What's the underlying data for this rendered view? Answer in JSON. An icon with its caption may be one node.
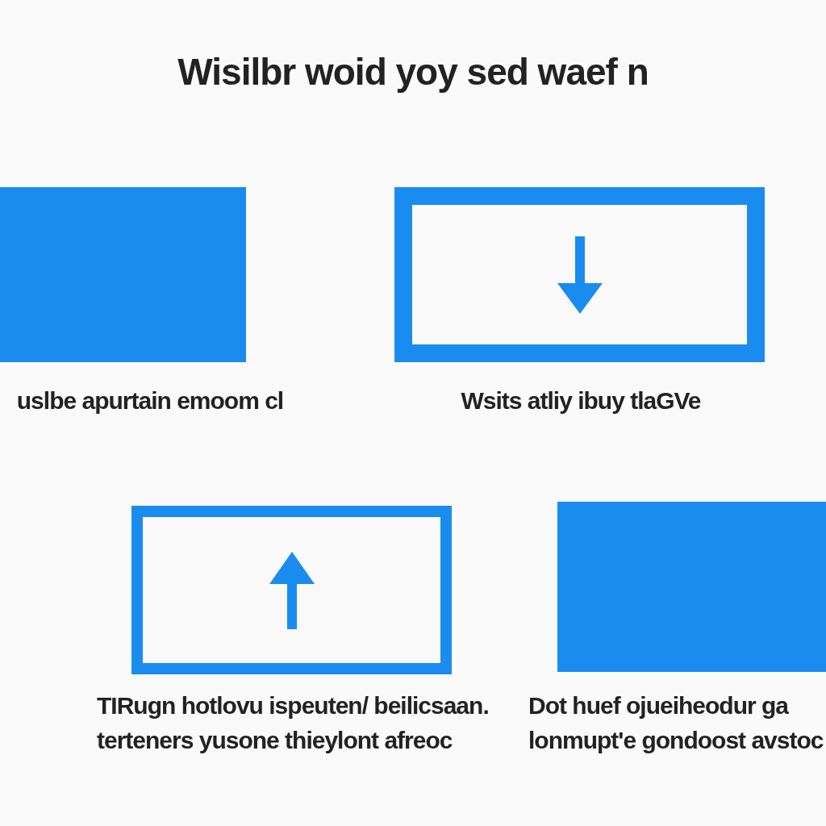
{
  "diagram": {
    "title": "Wisilbr woid yoy sed waef n",
    "nodes": [
      {
        "text": [],
        "shape": "box",
        "beside": [
          "uslbe apurtain emoom cl"
        ]
      },
      {
        "text": [],
        "shape": "box",
        "beside": [
          "Wsits atliy ibuy tlaGVe"
        ]
      },
      {
        "text": [],
        "shape": "box",
        "beside": [
          "TIRugn hotlovu ispeuten/ beilicsaan. terteners yusone thieylont afreoc"
        ]
      },
      {
        "text": [],
        "shape": "box",
        "beside": [
          "Dot huef ojueiheodur ga lonmupt'e gondoost avstoc"
        ]
      }
    ],
    "edges": []
  }
}
